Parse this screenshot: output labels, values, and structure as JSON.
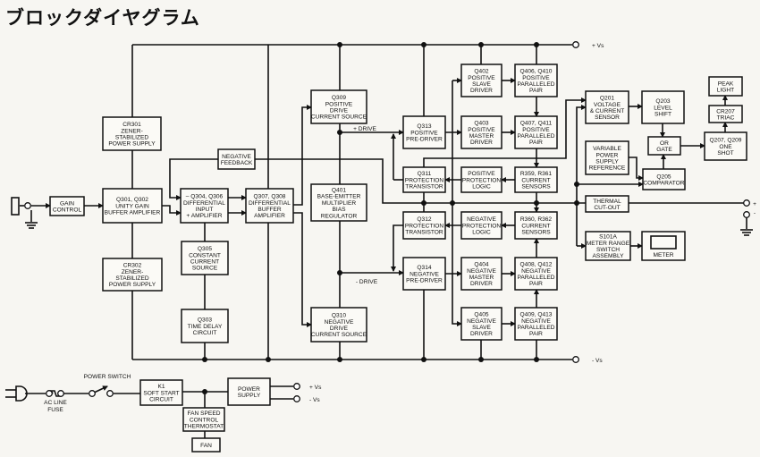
{
  "title": "ブロックダイヤグラム",
  "rails": {
    "pos": "+ Vs",
    "neg": "- Vs"
  },
  "labels": {
    "pos_drive": "+ DRIVE",
    "neg_drive": "- DRIVE",
    "power_switch": "POWER SWITCH",
    "fuse": [
      "AC LINE",
      "FUSE"
    ],
    "ps_pos": "+ Vs",
    "ps_neg": "- Vs",
    "out_pos": "+",
    "out_neg": "-"
  },
  "blocks": {
    "gain": [
      "GAIN",
      "CONTROL"
    ],
    "cr301": [
      "CR301",
      "ZENER-",
      "STABILIZED",
      "POWER SUPPLY"
    ],
    "q301": [
      "Q301, Q302",
      "UNITY GAIN",
      "BUFFER AMPLIFIER"
    ],
    "cr302": [
      "CR302",
      "ZENER-",
      "STABILIZED",
      "POWER SUPPLY"
    ],
    "negfb": [
      "NEGATIVE",
      "FEEDBACK"
    ],
    "q304": [
      "– Q304, Q306",
      "DIFFERENTIAL",
      "INPUT",
      "+ AMPLIFIER"
    ],
    "q305": [
      "Q305",
      "CONSTANT",
      "CURRENT",
      "SOURCE"
    ],
    "q303": [
      "Q303",
      "TIME DELAY",
      "CIRCUIT"
    ],
    "q307": [
      "Q307, Q308",
      "DIFFERENTIAL",
      "BUFFER",
      "AMPLIFIER"
    ],
    "q309": [
      "Q309",
      "POSITIVE",
      "DRIVE",
      "CURRENT SOURCE"
    ],
    "q401": [
      "Q401",
      "BASE-EMITTER",
      "MULTIPLIER",
      "BIAS",
      "REGULATOR"
    ],
    "q310": [
      "Q310",
      "NEGATIVE",
      "DRIVE",
      "CURRENT SOURCE"
    ],
    "q313": [
      "Q313",
      "POSITIVE",
      "PRE-DRIVER"
    ],
    "q311": [
      "Q311",
      "PROTECTION",
      "TRANSISTOR"
    ],
    "q312": [
      "Q312",
      "PROTECTION",
      "TRANSISTOR"
    ],
    "q314": [
      "Q314",
      "NEGATIVE",
      "PRE-DRIVER"
    ],
    "q402": [
      "Q402",
      "POSITIVE",
      "SLAVE",
      "DRIVER"
    ],
    "q403": [
      "Q403",
      "POSITIVE",
      "MASTER",
      "DRIVER"
    ],
    "ppl": [
      "POSITIVE",
      "PROTECTION",
      "LOGIC"
    ],
    "npl": [
      "NEGATIVE",
      "PROTECTION",
      "LOGIC"
    ],
    "q404": [
      "Q404",
      "NEGATIVE",
      "MASTER",
      "DRIVER"
    ],
    "q405": [
      "Q405",
      "NEGATIVE",
      "SLAVE",
      "DRIVER"
    ],
    "q406": [
      "Q406, Q410",
      "POSITIVE",
      "PARALLELED",
      "PAIR"
    ],
    "q407": [
      "Q407, Q411",
      "POSITIVE",
      "PARALLELED",
      "PAIR"
    ],
    "r359": [
      "R359, R361",
      "CURRENT",
      "SENSORS"
    ],
    "r360": [
      "R360, R362",
      "CURRENT",
      "SENSORS"
    ],
    "q408": [
      "Q408, Q412",
      "NEGATIVE",
      "PARALLELED",
      "PAIR"
    ],
    "q409": [
      "Q409, Q413",
      "NEGATIVE",
      "PARALLELED",
      "PAIR"
    ],
    "q201": [
      "Q201",
      "VOLTAGE",
      "& CURRENT",
      "SENSOR"
    ],
    "q203": [
      "Q203",
      "LEVEL",
      "SHIFT"
    ],
    "orgate": [
      "OR",
      "GATE"
    ],
    "vpsr": [
      "VARIABLE",
      "POWER",
      "SUPPLY",
      "REFERENCE"
    ],
    "q205": [
      "Q205",
      "COMPARATOR"
    ],
    "q207": [
      "Q207, Q209",
      "ONE",
      "SHOT"
    ],
    "cr207": [
      "CR207",
      "TRIAC"
    ],
    "peak": [
      "PEAK",
      "LIGHT"
    ],
    "thermal": [
      "THERMAL",
      "CUT-OUT"
    ],
    "s101a": [
      "S101A",
      "METER RANGE",
      "SWITCH",
      "ASSEMBLY"
    ],
    "meter": [
      "METER"
    ],
    "k1": [
      "K1",
      "SOFT START",
      "CIRCUIT"
    ],
    "psu": [
      "POWER",
      "SUPPLY"
    ],
    "fanctl": [
      "FAN SPEED",
      "CONTROL",
      "THERMOSTAT"
    ],
    "fan": [
      "FAN"
    ]
  }
}
